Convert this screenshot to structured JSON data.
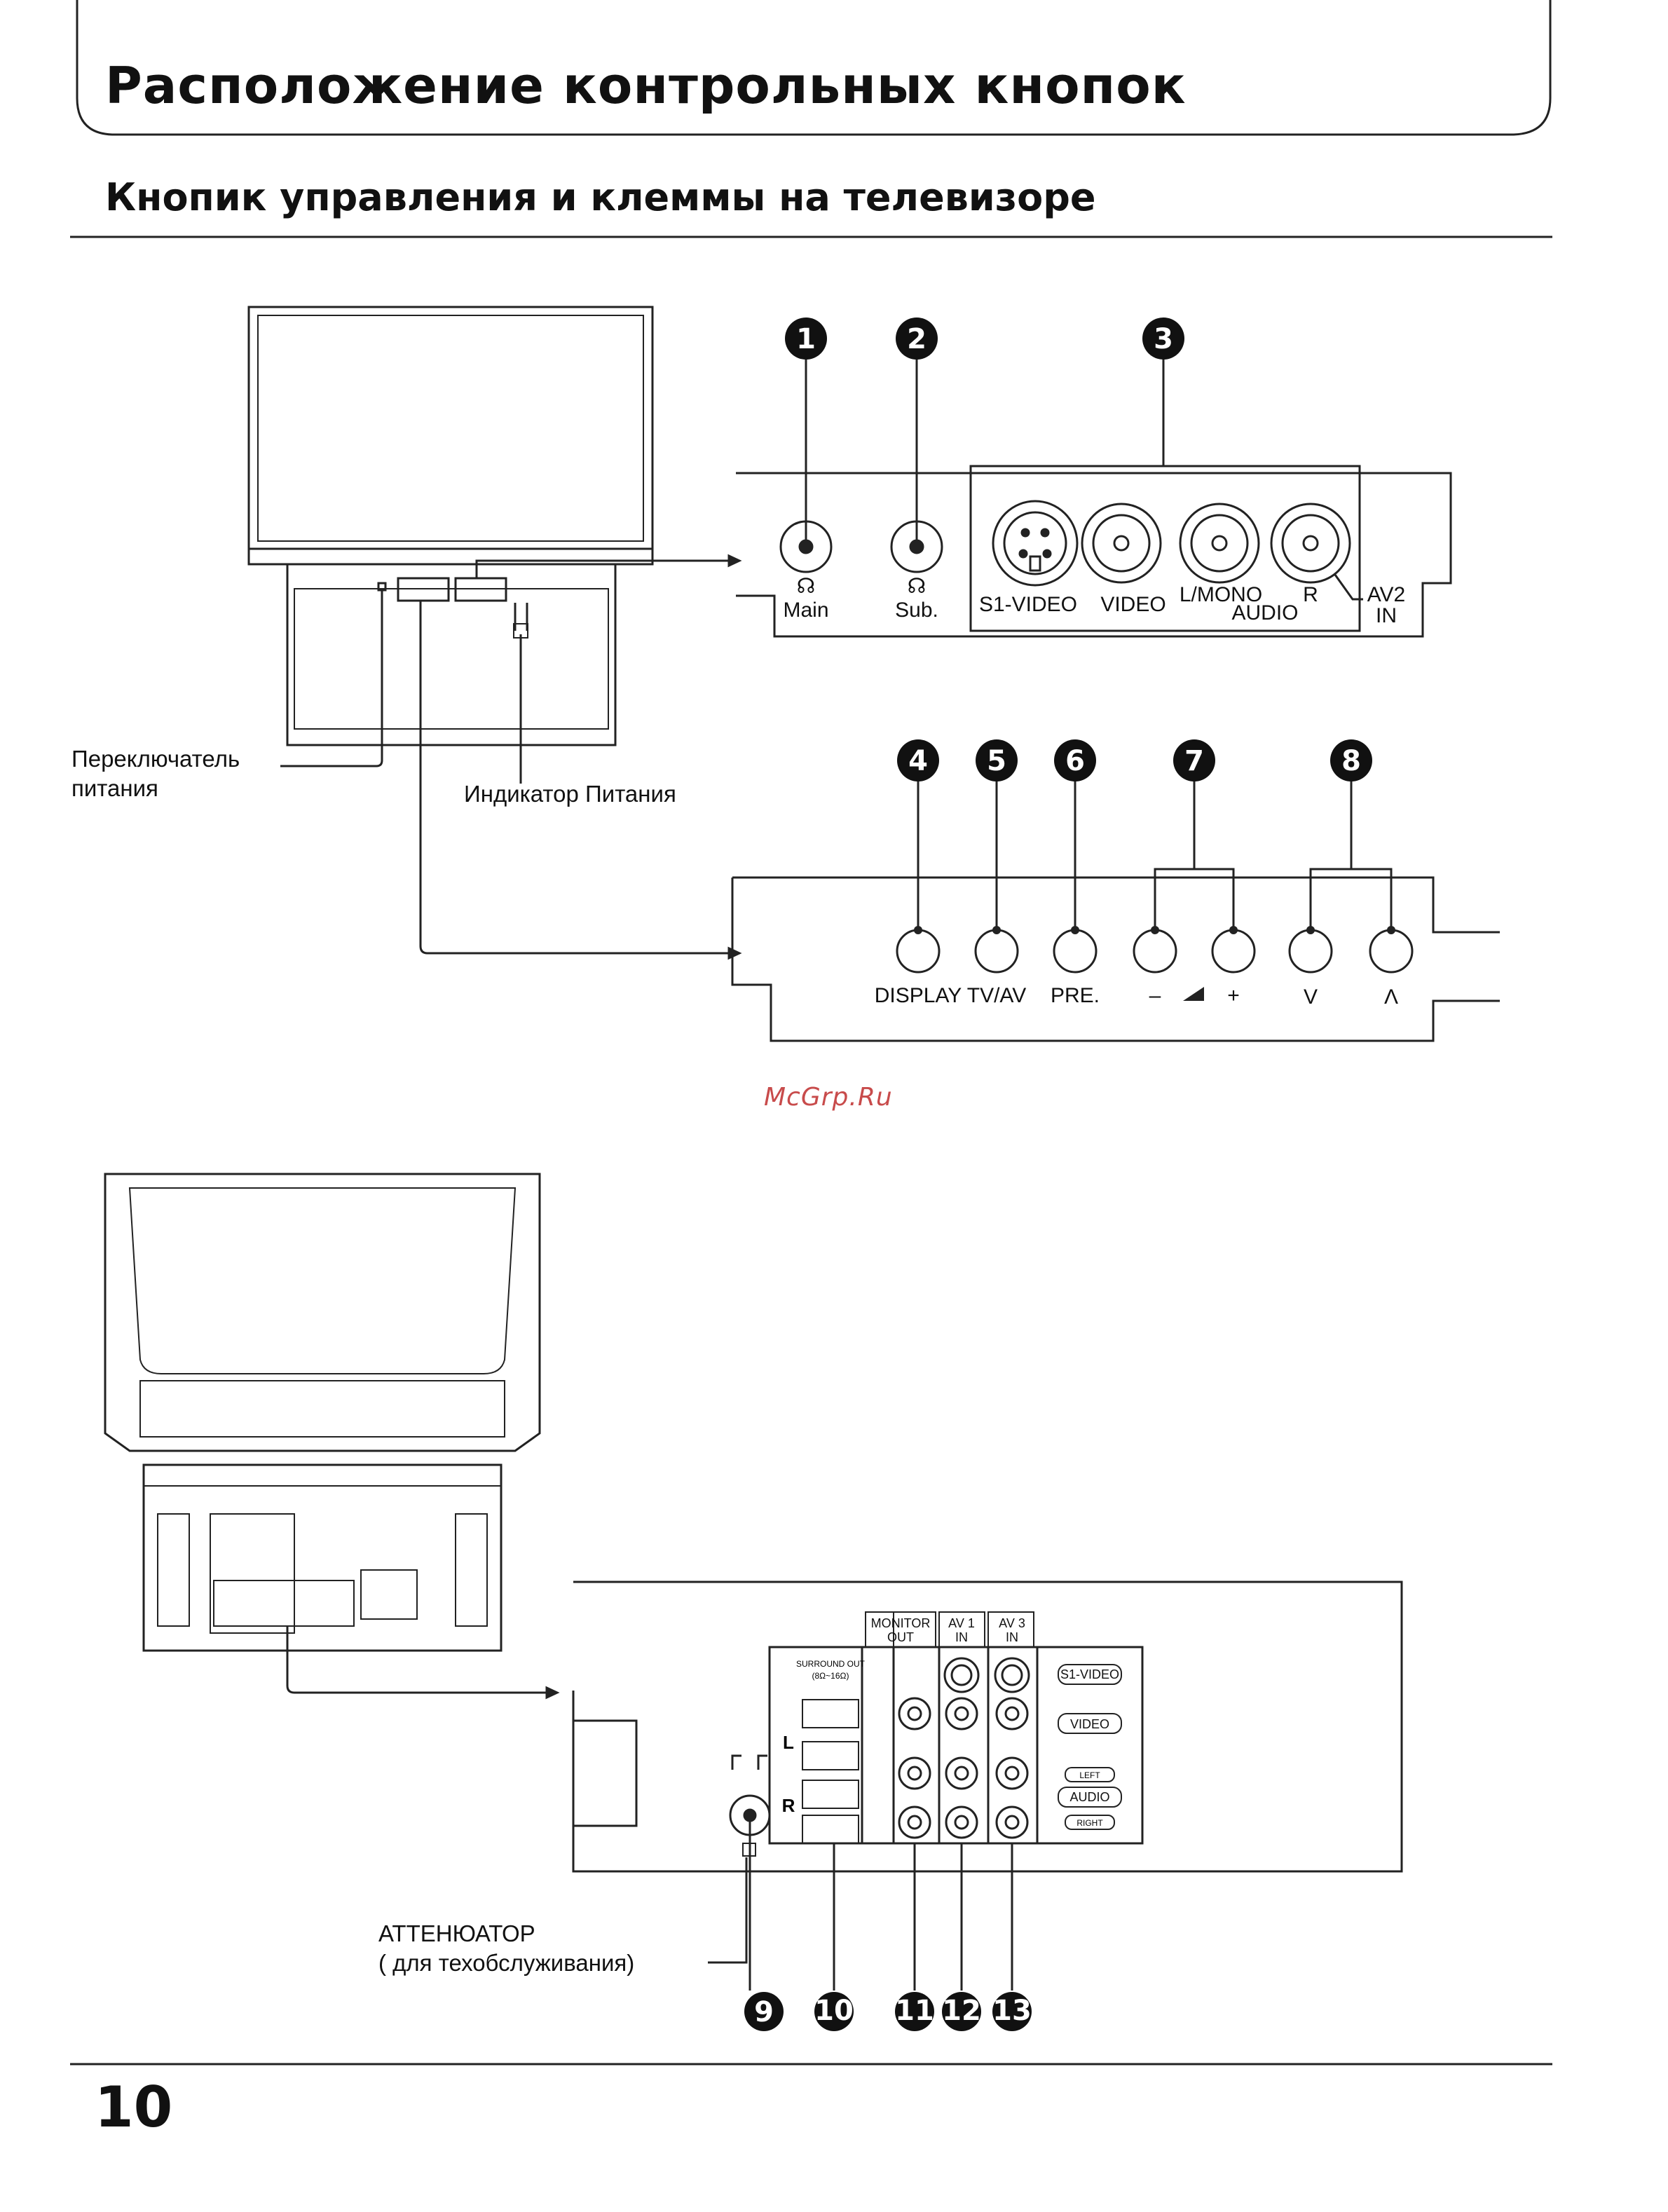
{
  "page": {
    "title": "Расположение контрольных кнопок",
    "subtitle": "Кнопик управления и клеммы на телевизоре",
    "page_number": "10",
    "watermark": "McGrp.Ru"
  },
  "front": {
    "power_switch_label_line1": "Переключатель",
    "power_switch_label_line2": "питания",
    "power_indicator_label": "Индикатор Питания",
    "top_panel": {
      "main_label": "Main",
      "sub_label": "Sub.",
      "s1video_label": "S1-VIDEO",
      "video_label": "VIDEO",
      "lmono_label": "L/MONO",
      "audio_label": "AUDIO",
      "r_label": "R",
      "av2_label": "AV2",
      "in_label": "IN"
    },
    "bottom_panel": {
      "display_label": "DISPLAY",
      "tvav_label": "TV/AV",
      "pre_label": "PRE.",
      "minus_label": "–",
      "plus_label": "+",
      "down_label": "V",
      "up_label": "Λ"
    }
  },
  "rear": {
    "attenuator_line1": "АТТЕНЮАТОР",
    "attenuator_line2": "( для техобслуживания)",
    "monitor_out_line1": "MONITOR",
    "monitor_out_line2": "OUT",
    "av1_line1": "AV 1",
    "av1_line2": "IN",
    "av3_line1": "AV 3",
    "av3_line2": "IN",
    "s1video_label": "S1-VIDEO",
    "video_label": "VIDEO",
    "left_label": "LEFT",
    "audio_label": "AUDIO",
    "right_label": "RIGHT",
    "surround_line1": "SURROUND OUT",
    "surround_line2": "(8Ω~16Ω)",
    "l_label": "L",
    "r_label": "R"
  },
  "callouts": [
    "1",
    "2",
    "3",
    "4",
    "5",
    "6",
    "7",
    "8",
    "9",
    "10",
    "11",
    "12",
    "13"
  ]
}
